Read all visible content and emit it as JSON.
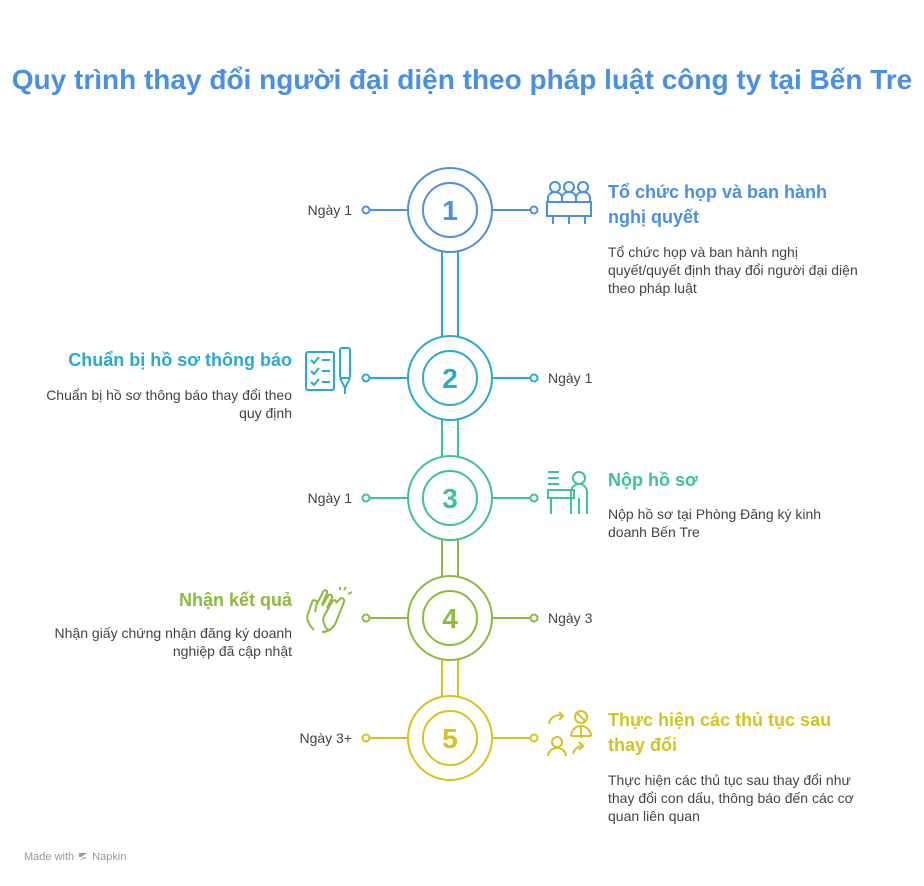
{
  "title": "Quy trình thay đổi người đại diện theo pháp luật công ty tại Bến Tre",
  "colors": {
    "step1": "#4a8fe7",
    "step2": "#2aa9d2",
    "step3": "#3ec48e",
    "step4": "#8cbb3c",
    "step5": "#d8c21d"
  },
  "steps": [
    {
      "number": "1",
      "day": "Ngày 1",
      "heading": "Tổ chức họp và ban hành nghị quyết",
      "description": "Tổ chức họp và ban hành nghị quyết/quyết định thay đổi người đại diện theo pháp luật",
      "icon": "meeting-icon"
    },
    {
      "number": "2",
      "day": "Ngày 1",
      "heading": "Chuẩn bị hồ sơ thông báo",
      "description": "Chuẩn bị hồ sơ thông báo thay đổi theo quy định",
      "icon": "checklist-pen-icon"
    },
    {
      "number": "3",
      "day": "Ngày 1",
      "heading": "Nộp hồ sơ",
      "description": "Nộp hồ sơ tại Phòng Đăng ký kinh doanh Bến Tre",
      "icon": "person-desk-icon"
    },
    {
      "number": "4",
      "day": "Ngày 3",
      "heading": "Nhận kết quả",
      "description": "Nhận giấy chứng nhận đăng ký doanh nghiệp đã cập nhật",
      "icon": "clapping-hands-icon"
    },
    {
      "number": "5",
      "day": "Ngày 3+",
      "heading": "Thực hiện các thủ tục sau thay đổi",
      "description": "Thực hiện các thủ tục sau thay đổi như thay đổi con dấu, thông báo đến các cơ quan liên quan",
      "icon": "people-exchange-icon"
    }
  ],
  "footer": {
    "made_with": "Made with",
    "brand": "Napkin"
  }
}
